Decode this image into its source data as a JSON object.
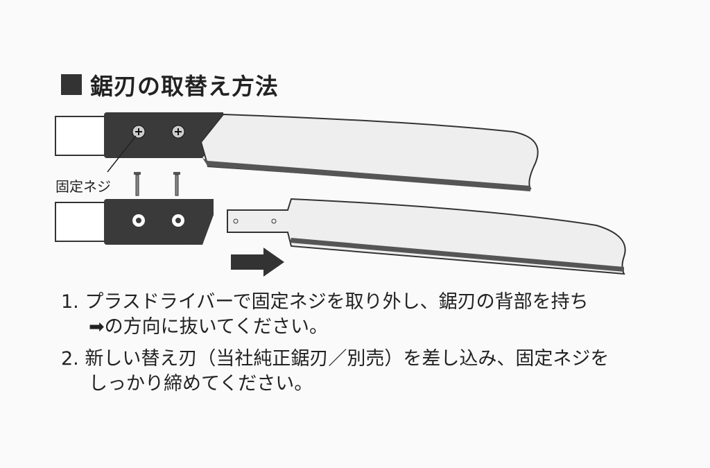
{
  "title": "鋸刃の取替え方法",
  "diagram": {
    "screw_label": "固定ネジ"
  },
  "steps": [
    {
      "number": "1.",
      "line1": "プラスドライバーで固定ネジを取り外し、鋸刃の背部を持ち",
      "arrow": "➡",
      "line2": "の方向に抜いてください。"
    },
    {
      "number": "2.",
      "line1": "新しい替え刃（当社純正鋸刃／別売）を差し込み、固定ネジを",
      "line2": "しっかり締めてください。"
    }
  ]
}
